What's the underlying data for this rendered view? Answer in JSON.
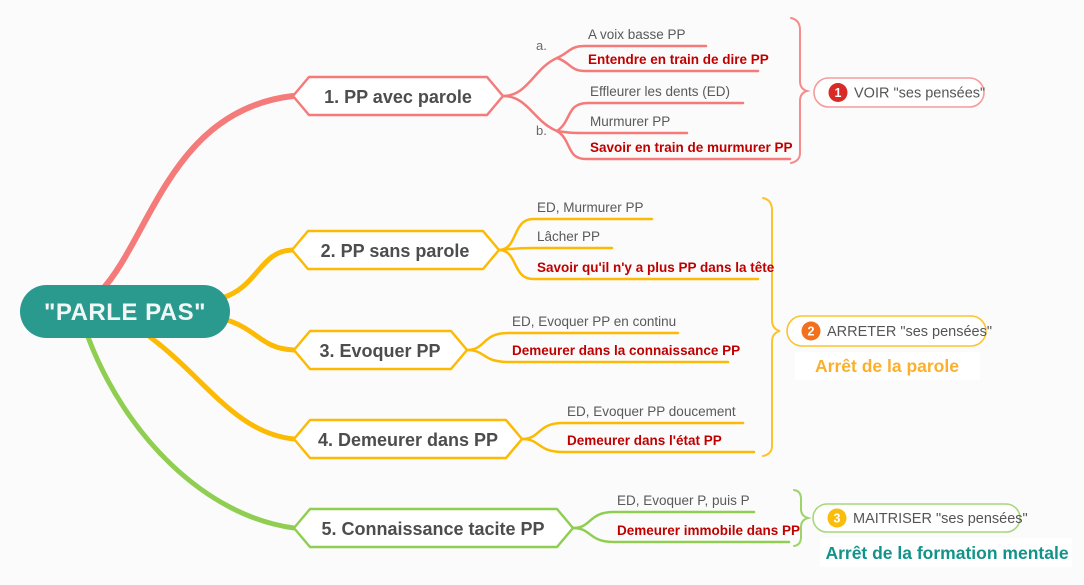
{
  "canvas_color": "#fbfbfb",
  "root": {
    "label": "\"PARLE PAS\"",
    "color": "#2a9a8f"
  },
  "branches": [
    {
      "label": "1. PP avec parole",
      "color": "#f57a7a",
      "forks": [
        "a.",
        "b."
      ],
      "leaves": [
        {
          "text": "A voix basse PP",
          "color": "#595959"
        },
        {
          "text": "Entendre en train de dire PP",
          "color": "#c00000"
        },
        {
          "text": "Effleurer les dents (ED)",
          "color": "#595959"
        },
        {
          "text": "Murmurer PP",
          "color": "#595959"
        },
        {
          "text": "Savoir en train de murmurer PP",
          "color": "#c00000"
        }
      ]
    },
    {
      "label": "2. PP sans parole",
      "color": "#fcba04",
      "leaves": [
        {
          "text": "ED, Murmurer PP",
          "color": "#595959"
        },
        {
          "text": "Lâcher PP",
          "color": "#595959"
        },
        {
          "text": "Savoir qu'il n'y a plus PP dans la tête",
          "color": "#c00000"
        }
      ]
    },
    {
      "label": "3. Evoquer PP",
      "color": "#fcba04",
      "leaves": [
        {
          "text": "ED, Evoquer PP en continu",
          "color": "#595959"
        },
        {
          "text": "Demeurer dans la connaissance PP",
          "color": "#c00000"
        }
      ]
    },
    {
      "label": "4. Demeurer dans PP",
      "color": "#fcba04",
      "leaves": [
        {
          "text": "ED, Evoquer PP doucement",
          "color": "#595959"
        },
        {
          "text": "Demeurer dans l'état PP",
          "color": "#c00000"
        }
      ]
    },
    {
      "label": "5. Connaissance tacite PP",
      "color": "#8fce51",
      "leaves": [
        {
          "text": "ED, Evoquer P, puis P",
          "color": "#595959"
        },
        {
          "text": "Demeurer immobile dans PP",
          "color": "#c00000"
        }
      ]
    }
  ],
  "groups": [
    {
      "badge": "1",
      "badge_color": "#d92b25",
      "label": "VOIR \"ses pensées\"",
      "border_color": "#f59c9c",
      "brace_color": "#f68b8b"
    },
    {
      "badge": "2",
      "badge_color": "#f2711c",
      "label": "ARRETER \"ses pensées\"",
      "border_color": "#fcc32c",
      "brace_color": "#fcc32c",
      "caption": "Arrêt de la parole",
      "caption_color": "#fbb02d"
    },
    {
      "badge": "3",
      "badge_color": "#fbbd0c",
      "label": "MAITRISER \"ses pensées\"",
      "border_color": "#a6d779",
      "brace_color": "#9ed36a",
      "caption": "Arrêt de la formation mentale",
      "caption_color": "#12938a"
    }
  ]
}
